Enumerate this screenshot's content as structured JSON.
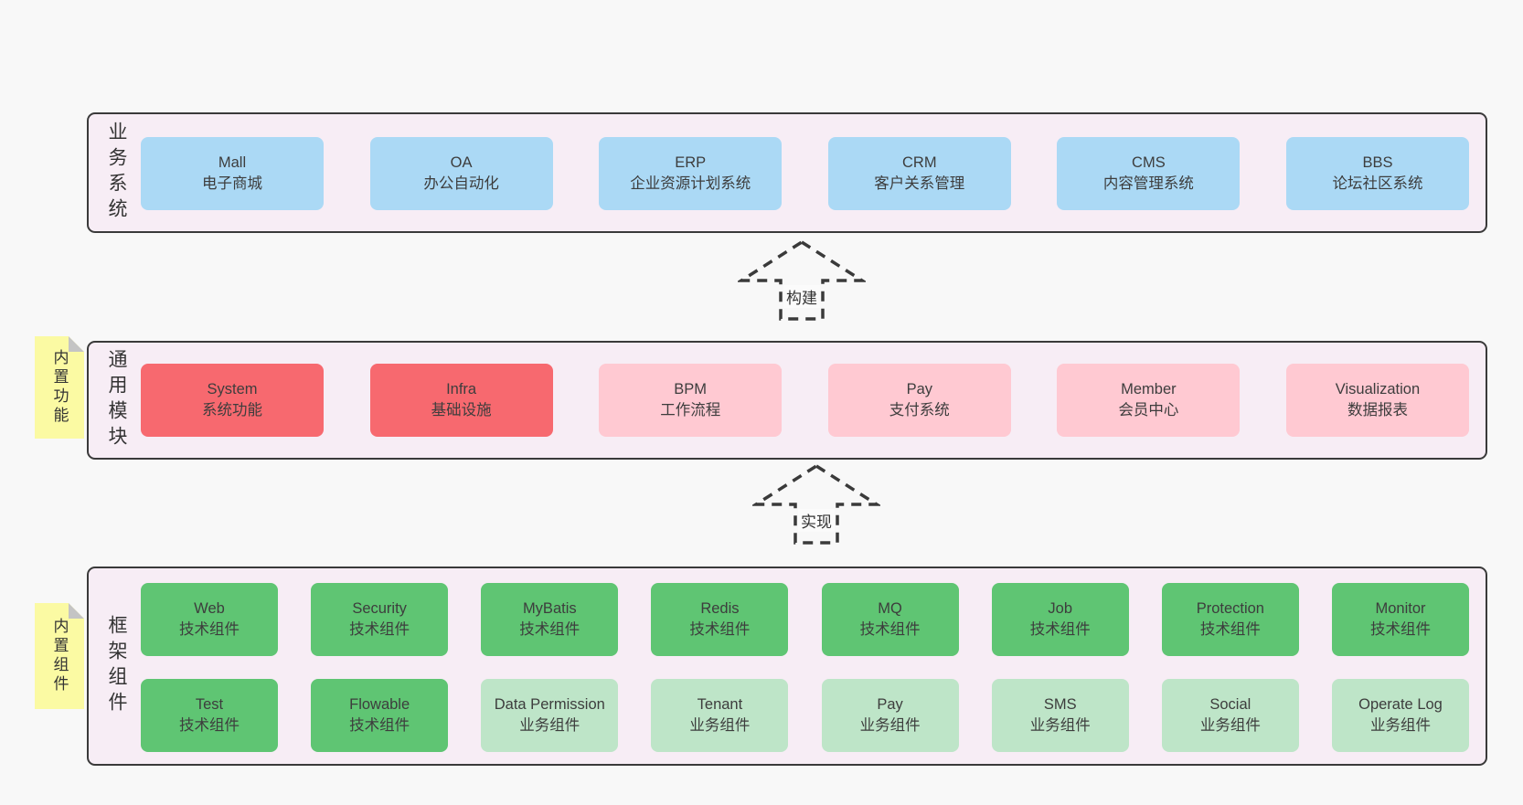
{
  "palette": {
    "canvas_bg": "#f8f8f8",
    "container_bg": "#f7edf5",
    "container_border": "#3a3a3a",
    "blue_box": "#abd9f5",
    "red_box": "#f7696f",
    "pink_box": "#ffc9d2",
    "green_box": "#5fc573",
    "light_green_box": "#bee5c8",
    "sticky_note": "#fbfaa3",
    "sticky_fold": "#c4c4c4"
  },
  "arrows": [
    {
      "label": "构建"
    },
    {
      "label": "实现"
    }
  ],
  "layers": [
    {
      "label": "业务系统",
      "boxes": [
        {
          "name": "Mall",
          "subtitle": "电子商城"
        },
        {
          "name": "OA",
          "subtitle": "办公自动化"
        },
        {
          "name": "ERP",
          "subtitle": "企业资源计划系统"
        },
        {
          "name": "CRM",
          "subtitle": "客户关系管理"
        },
        {
          "name": "CMS",
          "subtitle": "内容管理系统"
        },
        {
          "name": "BBS",
          "subtitle": "论坛社区系统"
        }
      ]
    },
    {
      "label": "通用模块",
      "sticky": "内置功能",
      "boxes": [
        {
          "name": "System",
          "subtitle": "系统功能"
        },
        {
          "name": "Infra",
          "subtitle": "基础设施"
        },
        {
          "name": "BPM",
          "subtitle": "工作流程"
        },
        {
          "name": "Pay",
          "subtitle": "支付系统"
        },
        {
          "name": "Member",
          "subtitle": "会员中心"
        },
        {
          "name": "Visualization",
          "subtitle": "数据报表"
        }
      ]
    },
    {
      "label": "框架组件",
      "sticky": "内置组件",
      "rows": [
        [
          {
            "name": "Web",
            "subtitle": "技术组件"
          },
          {
            "name": "Security",
            "subtitle": "技术组件"
          },
          {
            "name": "MyBatis",
            "subtitle": "技术组件"
          },
          {
            "name": "Redis",
            "subtitle": "技术组件"
          },
          {
            "name": "MQ",
            "subtitle": "技术组件"
          },
          {
            "name": "Job",
            "subtitle": "技术组件"
          },
          {
            "name": "Protection",
            "subtitle": "技术组件"
          },
          {
            "name": "Monitor",
            "subtitle": "技术组件"
          }
        ],
        [
          {
            "name": "Test",
            "subtitle": "技术组件"
          },
          {
            "name": "Flowable",
            "subtitle": "技术组件"
          },
          {
            "name": "Data Permission",
            "subtitle": "业务组件"
          },
          {
            "name": "Tenant",
            "subtitle": "业务组件"
          },
          {
            "name": "Pay",
            "subtitle": "业务组件"
          },
          {
            "name": "SMS",
            "subtitle": "业务组件"
          },
          {
            "name": "Social",
            "subtitle": "业务组件"
          },
          {
            "name": "Operate Log",
            "subtitle": "业务组件"
          }
        ]
      ]
    }
  ]
}
